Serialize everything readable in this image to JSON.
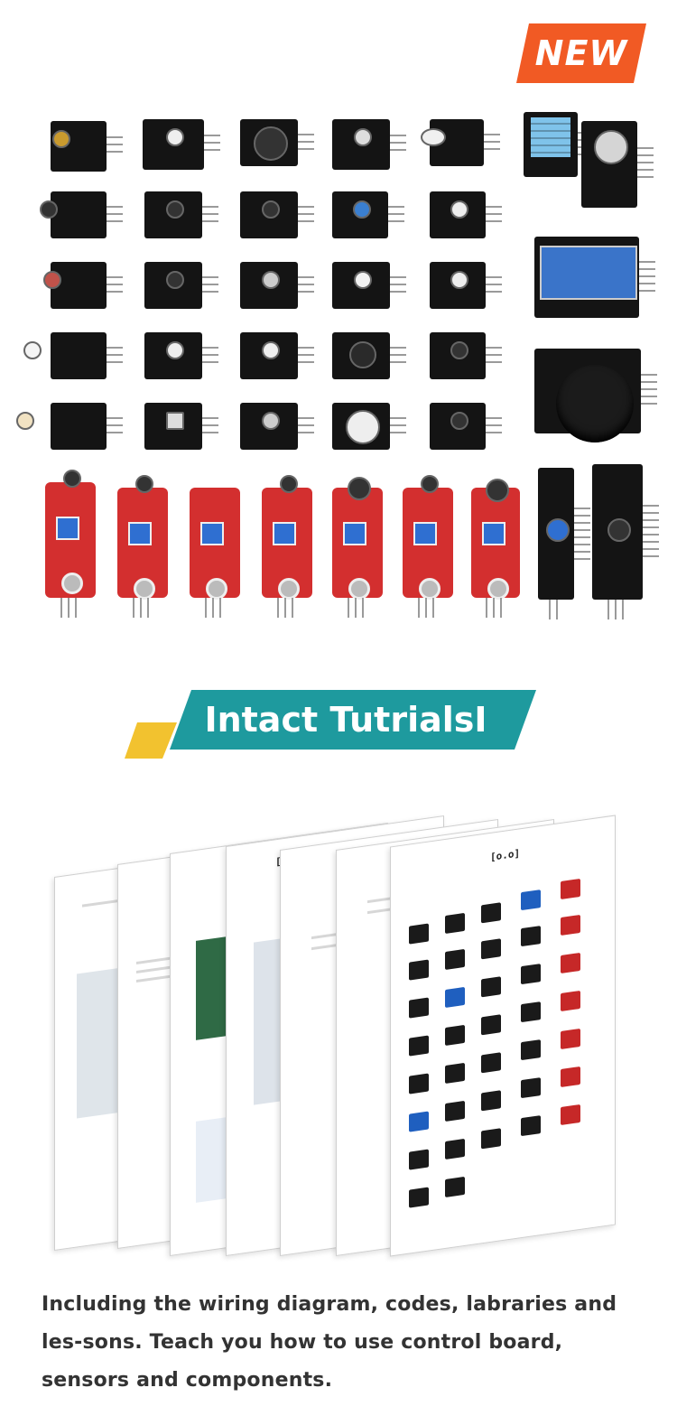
{
  "badge": {
    "label": "NEW",
    "color": "#f15a24"
  },
  "banner": {
    "title": "Intact TutrialsI",
    "color": "#1e9a9e",
    "accent": "#f2c22f"
  },
  "description": "Including the wiring diagram, codes, labraries and les-sons. Teach you how to use control board, sensors and components.",
  "colors": {
    "module_black": "#141414",
    "module_red": "#d32f2f",
    "potentiometer_blue": "#2f6fd1"
  }
}
